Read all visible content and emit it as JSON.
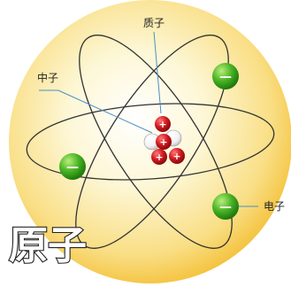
{
  "title": "原子",
  "labels": {
    "proton": "质子",
    "neutron": "中子",
    "electron": "电子"
  },
  "signs": {
    "proton": "+",
    "electron": "—"
  },
  "colors": {
    "background_core": "#fdf6d0",
    "background_edge": "#f6c94a",
    "orbit": "#333333",
    "electron": "#3aa21c",
    "proton": "#c8141a",
    "neutron": "#ffffff",
    "leader_line": "#4a8fc8"
  }
}
